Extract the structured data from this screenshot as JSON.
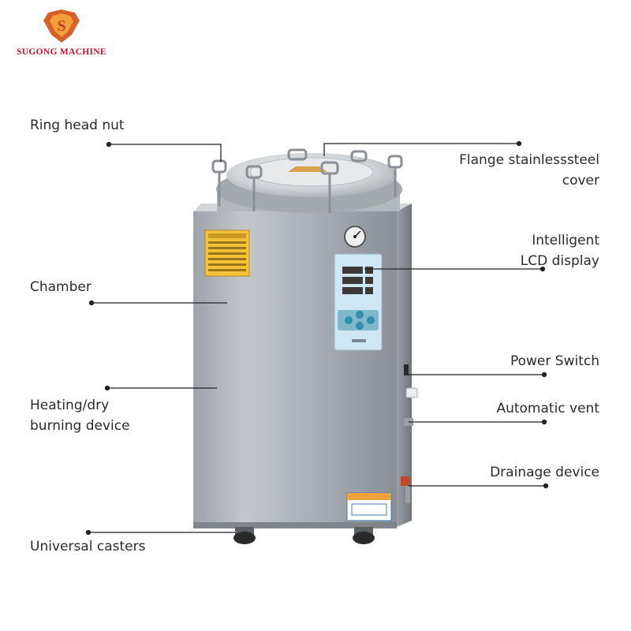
{
  "brand": {
    "name": "SUGONG MACHINE",
    "logo_glyph": "S",
    "colors": {
      "logo_outer": "#d9602b",
      "logo_inner": "#f3a03a",
      "text": "#c8102e"
    }
  },
  "labels": {
    "ring_head_nut": "Ring head nut",
    "flange_cover_line1": "Flange stainlesssteel",
    "flange_cover_line2": "cover",
    "intelligent_line1": "Intelligent",
    "intelligent_line2": "LCD display",
    "chamber": "Chamber",
    "power_switch": "Power Switch",
    "heating_line1": "Heating/dry",
    "heating_line2": "burning device",
    "automatic_vent": "Automatic vent",
    "drainage_device": "Drainage device",
    "universal_casters": "Universal casters"
  },
  "colors": {
    "leader_line": "#222222",
    "steel_light": "#b9bdc2",
    "steel_dark": "#8e9399",
    "panel_blue": "#cfe6f5",
    "button_teal": "#2f8fa6",
    "warning_yellow": "#f3c13a"
  }
}
